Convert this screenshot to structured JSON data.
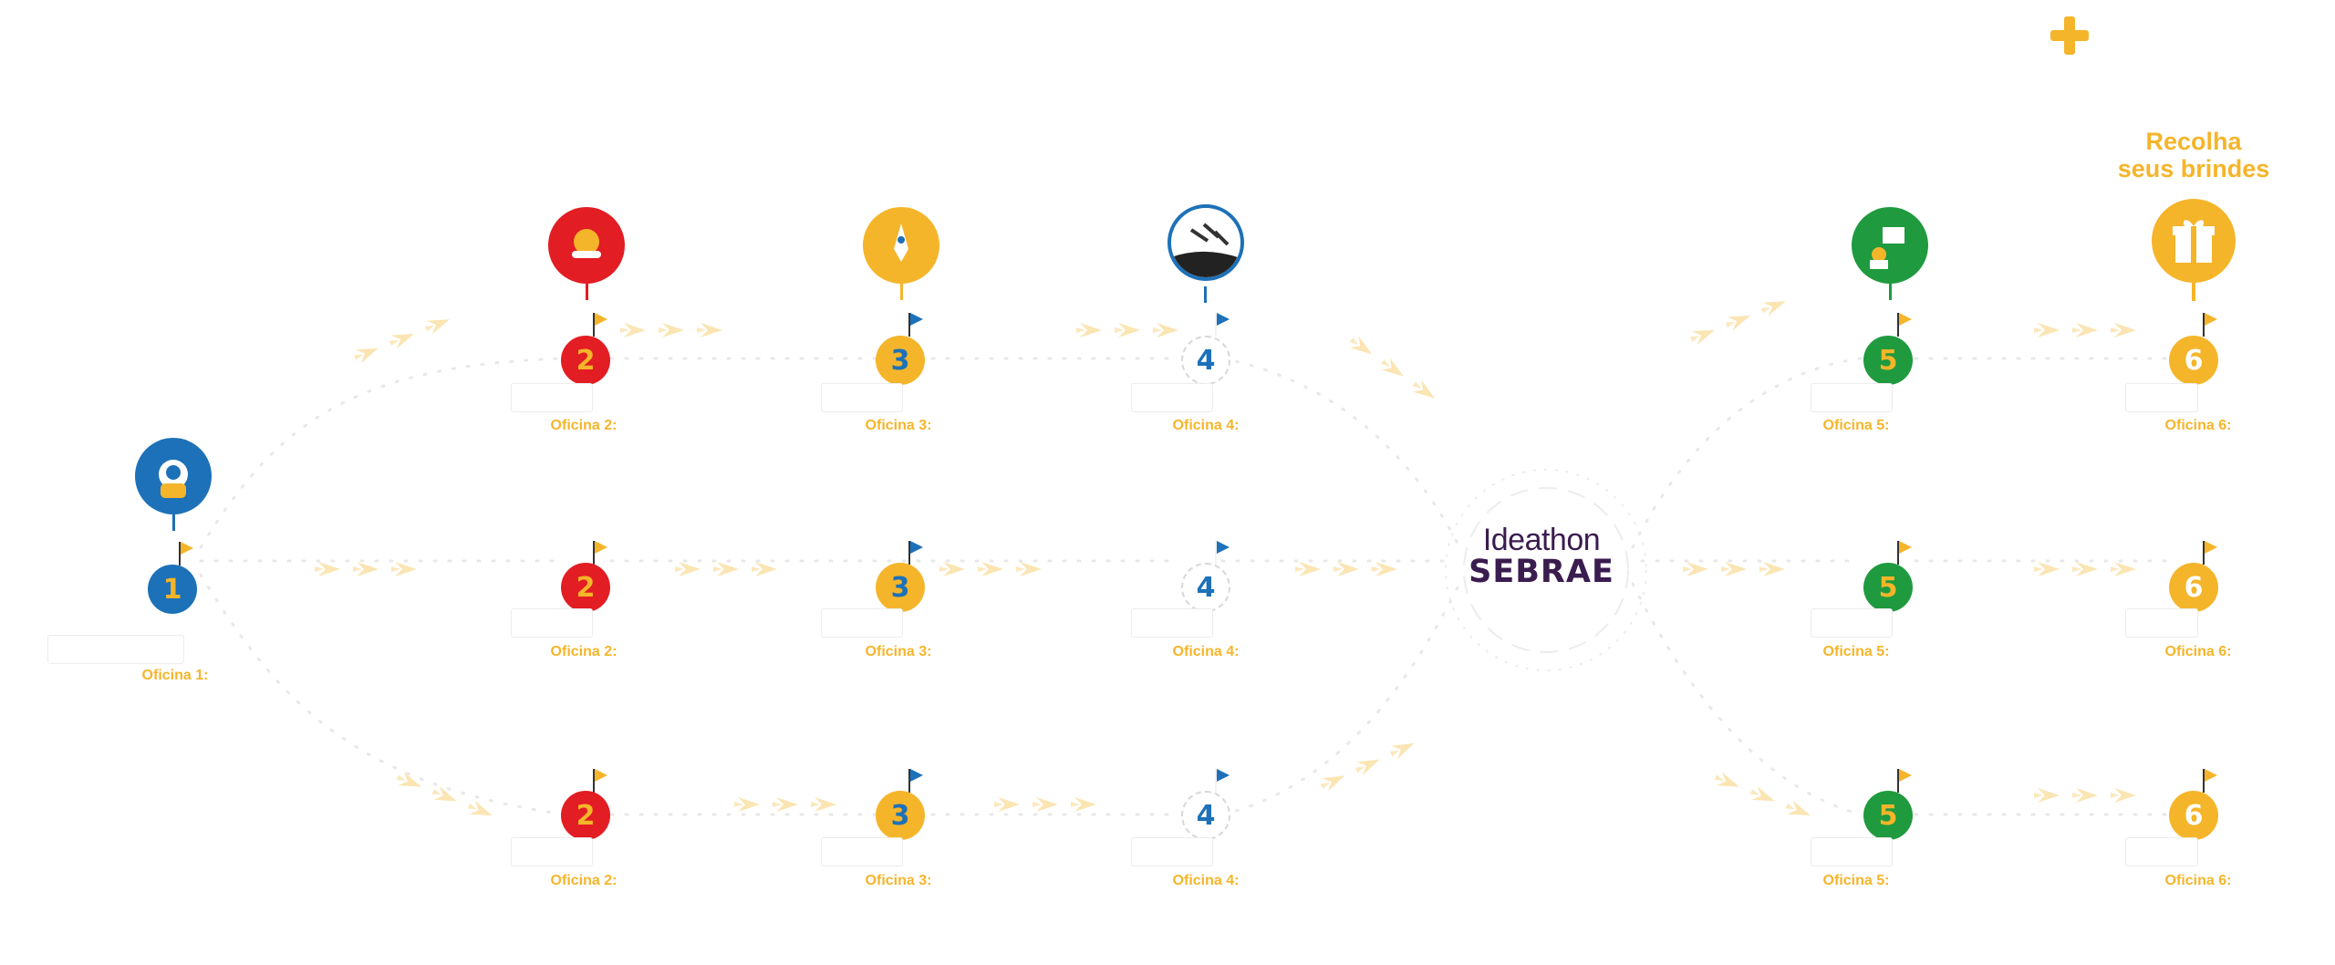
{
  "brand": {
    "line1": "Ideathon",
    "line2": "SEBRAE"
  },
  "extra": {
    "icon": "plus-icon",
    "text": ""
  },
  "prizes": {
    "title_line1": "Recolha",
    "title_line2": "seus brindes",
    "icon": "gift-icon"
  },
  "colors": {
    "red": "#e21d23",
    "yellow": "#f5b52a",
    "blue": "#1d71b8",
    "green": "#1f9a3e",
    "purple": "#3a1c4f"
  },
  "start": {
    "number": "1",
    "title": "Oficina 1:",
    "badge_icon": "astronaut-badge-icon"
  },
  "badges": {
    "b2": "rocket-badge-icon",
    "b3": "rocket-launch-badge-icon",
    "b4": "rockets-space-badge-icon",
    "b5": "computer-badge-icon"
  },
  "tracks": {
    "top": {
      "n2": {
        "number": "2",
        "title": "Oficina 2:"
      },
      "n3": {
        "number": "3",
        "title": "Oficina 3:"
      },
      "n4": {
        "number": "4",
        "title": "Oficina 4:"
      },
      "n5": {
        "number": "5",
        "title": "Oficina 5:"
      },
      "n6": {
        "number": "6",
        "title": "Oficina 6:"
      }
    },
    "middle": {
      "n2": {
        "number": "2",
        "title": "Oficina 2:"
      },
      "n3": {
        "number": "3",
        "title": "Oficina 3:"
      },
      "n4": {
        "number": "4",
        "title": "Oficina 4:"
      },
      "n5": {
        "number": "5",
        "title": "Oficina 5:"
      },
      "n6": {
        "number": "6",
        "title": "Oficina 6:"
      }
    },
    "bottom": {
      "n2": {
        "number": "2",
        "title": "Oficina 2:"
      },
      "n3": {
        "number": "3",
        "title": "Oficina 3:"
      },
      "n4": {
        "number": "4",
        "title": "Oficina 4:"
      },
      "n5": {
        "number": "5",
        "title": "Oficina 5:"
      },
      "n6": {
        "number": "6",
        "title": "Oficina 6:"
      }
    }
  }
}
